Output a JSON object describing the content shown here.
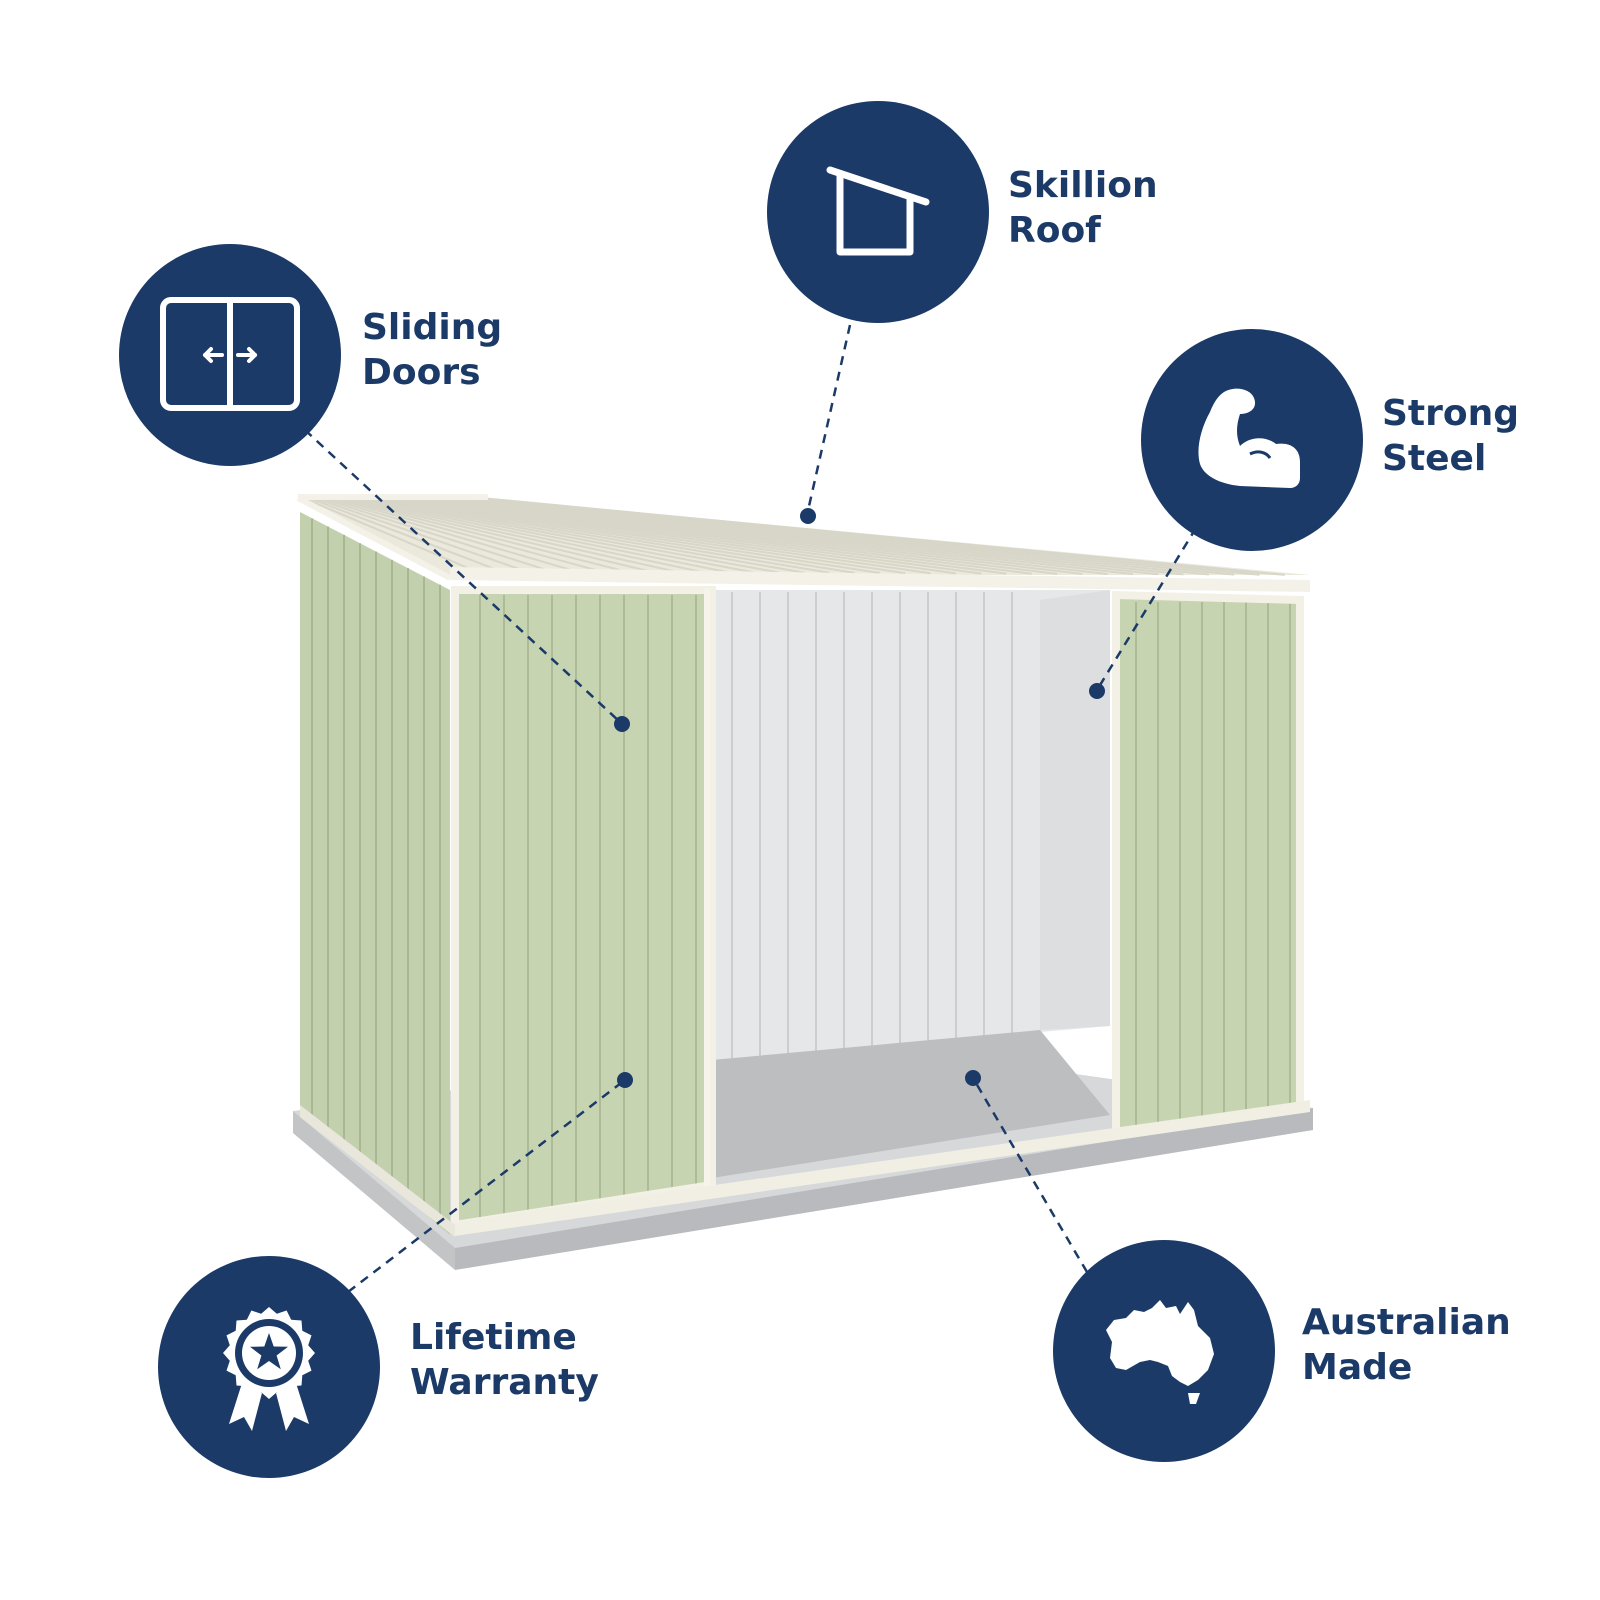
{
  "theme": {
    "brand": "#1b3a68",
    "shed_green": "#c7d4b2",
    "shed_green_dark": "#aebd98",
    "trim": "#f3f1e6",
    "interior": "#e3e5e6",
    "floor": "#b9bbbd",
    "slab": "#cfd1d3"
  },
  "features": [
    {
      "icon": "sliding-doors-icon",
      "line1": "Sliding",
      "line2": "Doors"
    },
    {
      "icon": "skillion-roof-icon",
      "line1": "Skillion",
      "line2": "Roof"
    },
    {
      "icon": "flexed-arm-icon",
      "line1": "Strong",
      "line2": "Steel"
    },
    {
      "icon": "award-ribbon-icon",
      "line1": "Lifetime",
      "line2": "Warranty"
    },
    {
      "icon": "australia-map-icon",
      "line1": "Australian",
      "line2": "Made"
    }
  ]
}
